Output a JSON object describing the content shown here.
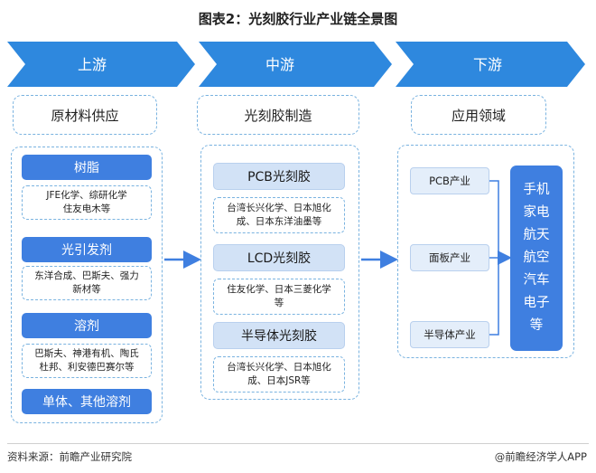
{
  "title": "图表2：光刻胶行业产业链全景图",
  "stages": [
    "上游",
    "中游",
    "下游"
  ],
  "upstream": {
    "header": "原材料供应",
    "groups": [
      {
        "name": "树脂",
        "companies": "JFE化学、综研化学\n住友电木等"
      },
      {
        "name": "光引发剂",
        "companies": "东洋合成、巴斯夫、强力\n新材等"
      },
      {
        "name": "溶剂",
        "companies": "巴斯夫、神港有机、陶氏\n杜邦、利安德巴赛尔等"
      },
      {
        "name": "单体、其他溶剂",
        "companies": ""
      }
    ]
  },
  "midstream": {
    "header": "光刻胶制造",
    "groups": [
      {
        "name": "PCB光刻胶",
        "companies": "台湾长兴化学、日本旭化\n成、日本东洋油墨等"
      },
      {
        "name": "LCD光刻胶",
        "companies": "住友化学、日本三菱化学\n等"
      },
      {
        "name": "半导体光刻胶",
        "companies": "台湾长兴化学、日本旭化\n成、日本JSR等"
      }
    ]
  },
  "downstream": {
    "header": "应用领域",
    "industries": [
      "PCB产业",
      "面板产业",
      "半导体产业"
    ],
    "applications": [
      "手机",
      "家电",
      "航天",
      "航空",
      "汽车",
      "电子",
      "等"
    ]
  },
  "footer": {
    "source": "资料来源：前瞻产业研究院",
    "brand": "@前瞻经济学人APP"
  },
  "colors": {
    "primary": "#3f7fe0",
    "light": "#d2e2f6",
    "dashed": "#7ab3e0",
    "stage": "#2e88de"
  }
}
